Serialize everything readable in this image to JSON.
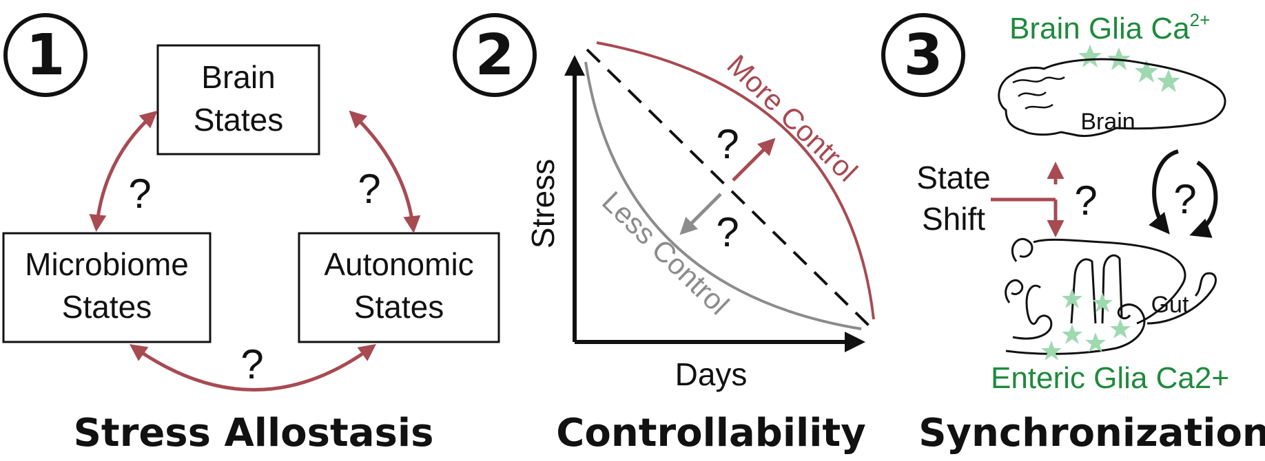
{
  "colors": {
    "accent": "#a84a52",
    "gray": "#8c8c8c",
    "green": "#1e8a3c",
    "star": "#9ed9b0",
    "ink": "#111111"
  },
  "panel1": {
    "number": "1",
    "boxes": {
      "brain": [
        "Brain",
        "States"
      ],
      "microbiome": [
        "Microbiome",
        "States"
      ],
      "autonomic": [
        "Autonomic",
        "States"
      ]
    },
    "questions": [
      "?",
      "?",
      "?"
    ],
    "title": "Stress Allostasis"
  },
  "panel2": {
    "number": "2",
    "ylabel": "Stress",
    "xlabel": "Days",
    "more_control": "More Control",
    "less_control": "Less Control",
    "questions": [
      "?",
      "?"
    ],
    "title": "Controllability"
  },
  "panel3": {
    "number": "3",
    "brain_glia_label": "Brain Glia Ca",
    "brain_glia_sup": "2+",
    "brain_label": "Brain",
    "state_shift": [
      "State",
      "Shift"
    ],
    "gut_label": "Gut",
    "enteric_label": "Enteric Glia Ca2+",
    "questions": [
      "?",
      "?"
    ],
    "title": "Synchronization"
  }
}
